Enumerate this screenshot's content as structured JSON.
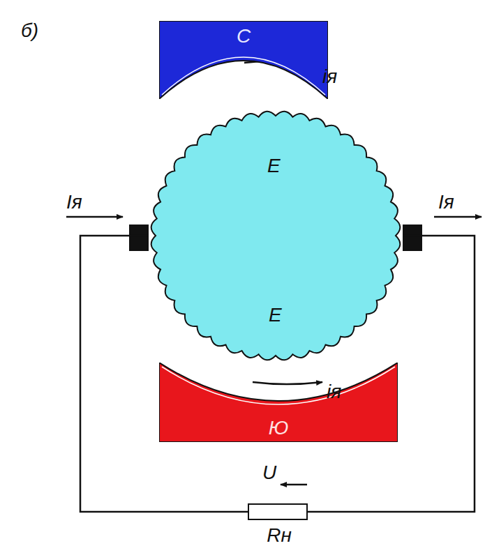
{
  "diagram": {
    "nodes": [
      {
        "text": [
          "С"
        ]
      },
      {
        "text": [
          "E",
          "E"
        ]
      },
      {
        "text": [
          "Ю"
        ]
      },
      {
        "text": [
          "Rн"
        ]
      }
    ],
    "edges": [
      {
        "from": 1,
        "to": 3,
        "arrow": "none"
      },
      {
        "from": 1,
        "to": 3,
        "arrow": "none"
      }
    ],
    "labels": [
      "б)",
      "iя",
      "Iя",
      "Iя",
      "iя",
      "U"
    ]
  }
}
